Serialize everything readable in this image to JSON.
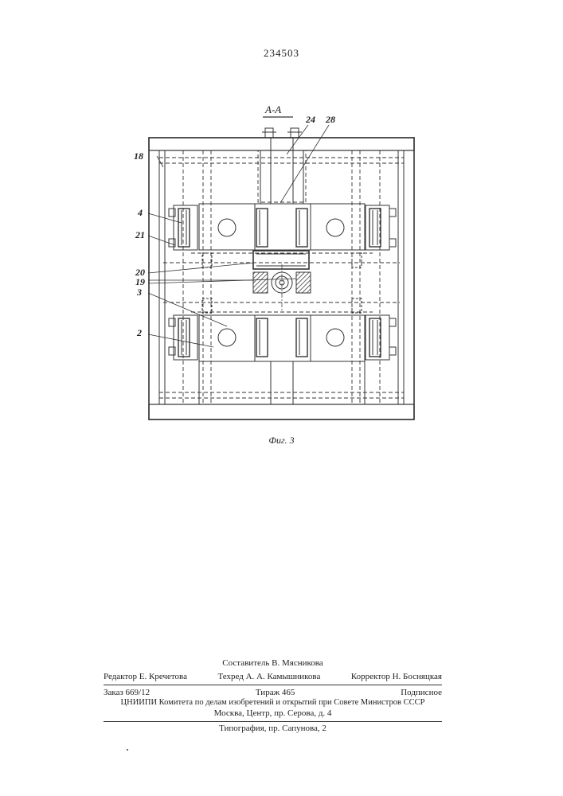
{
  "patent_number": "234503",
  "section_label": "А-А",
  "callouts": {
    "c24": "24",
    "c28": "28",
    "c18": "18",
    "c4": "4",
    "c21": "21",
    "c20": "20",
    "c19": "19",
    "c3": "3",
    "c2": "2"
  },
  "figure_caption": "Фиг. 3",
  "colophon": {
    "composer": "Составитель В. Мясникова",
    "editor": "Редактор Е. Кречетова",
    "tech_editor": "Техред А. А. Камышникова",
    "proofreader": "Корректор Н. Босняцкая",
    "order": "Заказ 669/12",
    "circulation": "Тираж 465",
    "subscription": "Подписное",
    "org_line1": "ЦНИИПИ Комитета по делам изобретений и открытий при Совете Министров СССР",
    "org_line2": "Москва, Центр, пр. Серова, д. 4",
    "print_house": "Типография, пр. Сапунова, 2"
  }
}
